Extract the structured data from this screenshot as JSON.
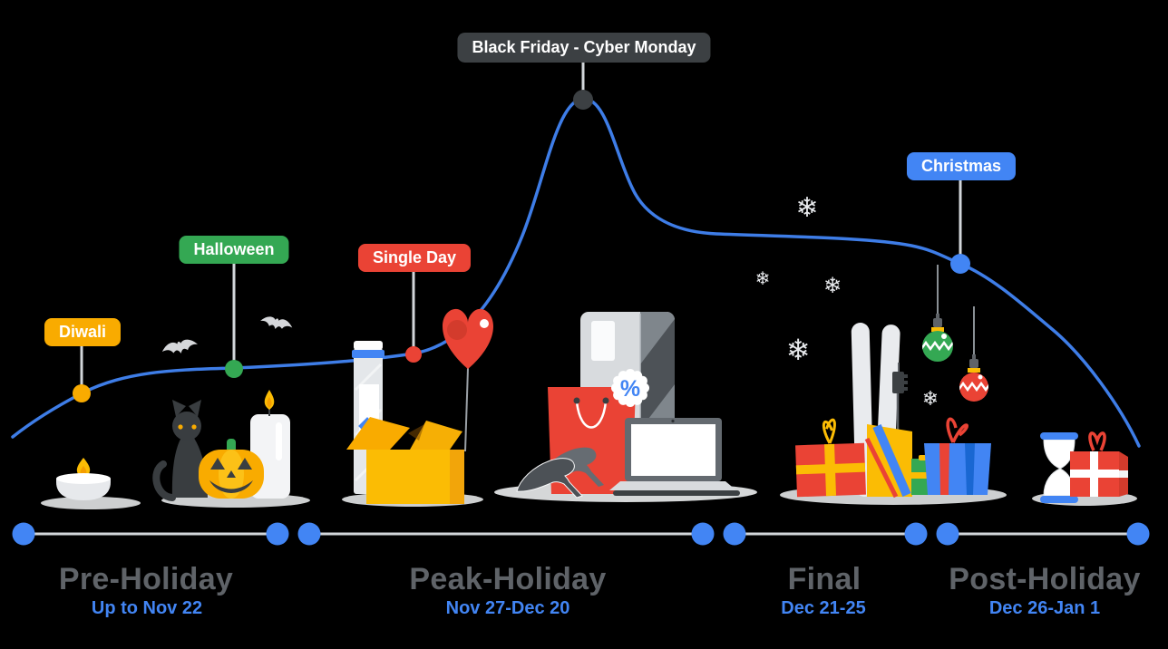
{
  "events": [
    {
      "label": "Diwali",
      "color": "#f9ab00"
    },
    {
      "label": "Halloween",
      "color": "#34a853"
    },
    {
      "label": "Single Day",
      "color": "#ea4335"
    },
    {
      "label": "Black Friday - Cyber Monday",
      "color": "#3c4043"
    },
    {
      "label": "Christmas",
      "color": "#4285f4"
    }
  ],
  "phases": [
    {
      "name": "Pre-Holiday",
      "dates": "Up to Nov 22"
    },
    {
      "name": "Peak-Holiday",
      "dates": "Nov 27-Dec 20"
    },
    {
      "name": "Final",
      "dates": "Dec 21-25"
    },
    {
      "name": "Post-Holiday",
      "dates": "Dec 26-Jan 1"
    }
  ],
  "badge": {
    "percent": "%"
  },
  "glyphs": {
    "snowflake": "❄"
  },
  "colors": {
    "blue": "#4285f4",
    "green": "#34a853",
    "red": "#ea4335",
    "amber": "#f9ab00",
    "dark": "#3c4043",
    "gray_text": "#5f6368",
    "light_line": "#d2d6da",
    "curve": "#3e7de7"
  }
}
